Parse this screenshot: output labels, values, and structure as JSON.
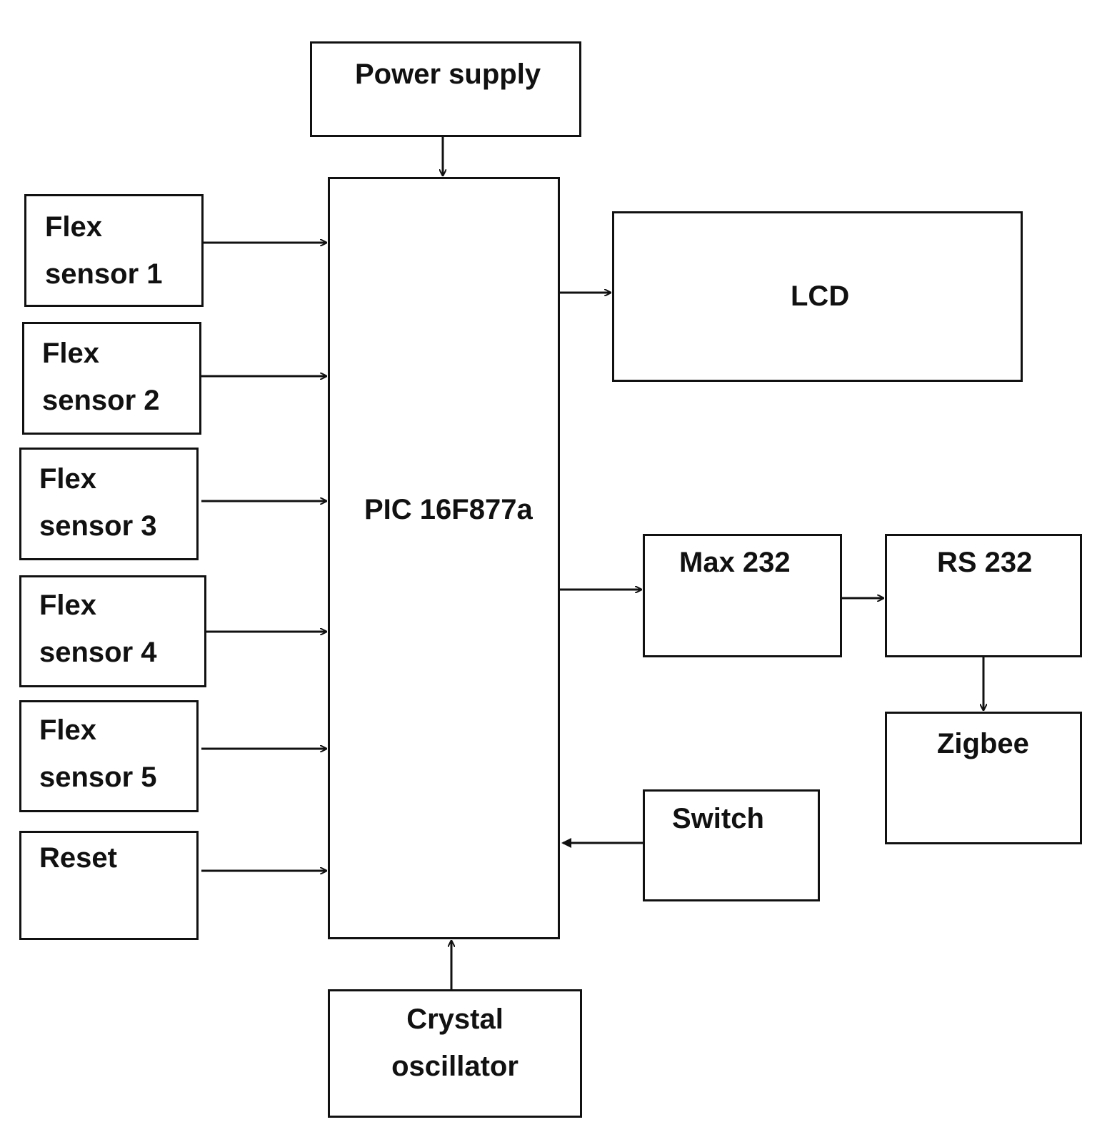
{
  "diagram": {
    "blocks": {
      "power_supply": {
        "label": "Power supply"
      },
      "mcu": {
        "label": "PIC 16F877a"
      },
      "flex_sensor_1": {
        "line1": "Flex",
        "line2": "sensor 1"
      },
      "flex_sensor_2": {
        "line1": "Flex",
        "line2": "sensor 2"
      },
      "flex_sensor_3": {
        "line1": "Flex",
        "line2": "sensor 3"
      },
      "flex_sensor_4": {
        "line1": "Flex",
        "line2": "sensor 4"
      },
      "flex_sensor_5": {
        "line1": "Flex",
        "line2": "sensor 5"
      },
      "reset": {
        "label": "Reset"
      },
      "lcd": {
        "label": "LCD"
      },
      "max232": {
        "label": "Max 232"
      },
      "rs232": {
        "label": "RS 232"
      },
      "zigbee": {
        "label": "Zigbee"
      },
      "switch": {
        "label": "Switch"
      },
      "crystal_oscillator": {
        "line1": "Crystal",
        "line2": "oscillator"
      }
    },
    "connections": [
      {
        "from": "power_supply",
        "to": "mcu"
      },
      {
        "from": "flex_sensor_1",
        "to": "mcu"
      },
      {
        "from": "flex_sensor_2",
        "to": "mcu"
      },
      {
        "from": "flex_sensor_3",
        "to": "mcu"
      },
      {
        "from": "flex_sensor_4",
        "to": "mcu"
      },
      {
        "from": "flex_sensor_5",
        "to": "mcu"
      },
      {
        "from": "reset",
        "to": "mcu"
      },
      {
        "from": "mcu",
        "to": "lcd"
      },
      {
        "from": "mcu",
        "to": "max232"
      },
      {
        "from": "max232",
        "to": "rs232"
      },
      {
        "from": "rs232",
        "to": "zigbee"
      },
      {
        "from": "switch",
        "to": "mcu"
      },
      {
        "from": "crystal_oscillator",
        "to": "mcu"
      }
    ]
  }
}
